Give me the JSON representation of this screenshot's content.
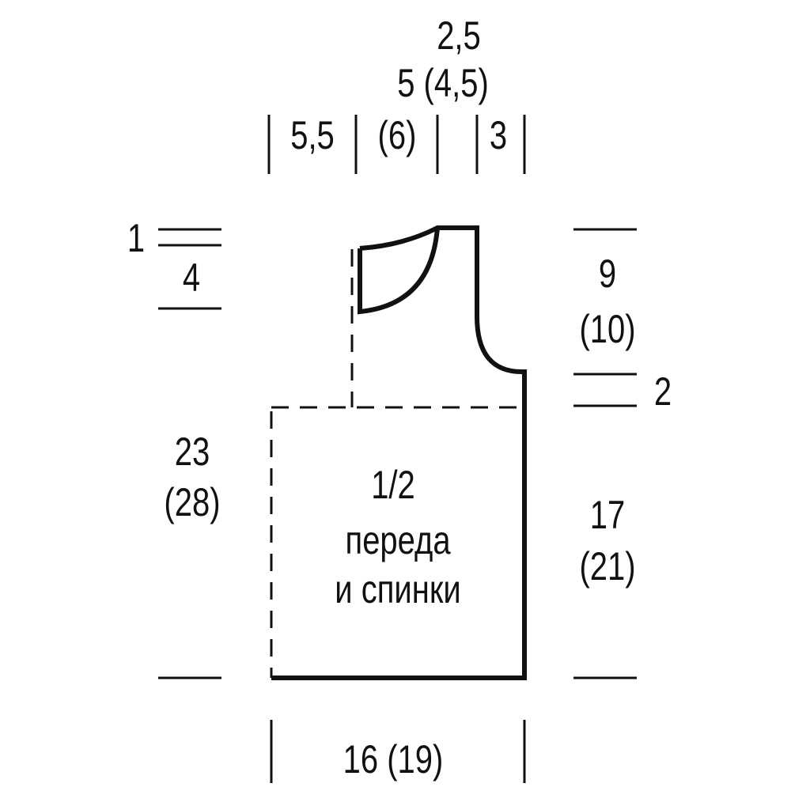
{
  "diagram": {
    "top": {
      "neck_depth_back": "2,5",
      "neck_width": "5 (4,5)",
      "left_segment": "5,5",
      "left_segment_alt": "(6)",
      "shoulder": "3"
    },
    "left": {
      "top_small": "1",
      "neck_depth": "4",
      "height": "23",
      "height_alt": "(28)"
    },
    "right": {
      "armhole": "9",
      "armhole_alt": "(10)",
      "armhole_offset": "2",
      "side": "17",
      "side_alt": "(21)"
    },
    "bottom": {
      "width": "16 (19)"
    },
    "center": {
      "line1": "1/2",
      "line2": "переда",
      "line3": "и спинки"
    }
  }
}
